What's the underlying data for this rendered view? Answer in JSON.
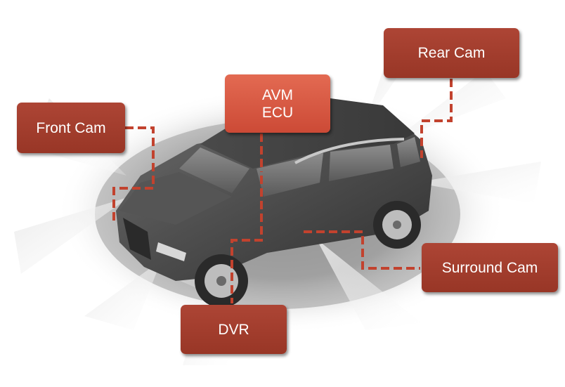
{
  "labels": {
    "front_cam": "Front Cam",
    "rear_cam": "Rear Cam",
    "avm_ecu_line1": "AVM",
    "avm_ecu_line2": "ECU",
    "dvr": "DVR",
    "surround_cam": "Surround Cam"
  },
  "colors": {
    "box": "#9e3a2a",
    "hub_box": "#d4533c",
    "connector": "#c2422e",
    "car_body": "#505050",
    "coverage_shadow": "#bfbfbf"
  }
}
